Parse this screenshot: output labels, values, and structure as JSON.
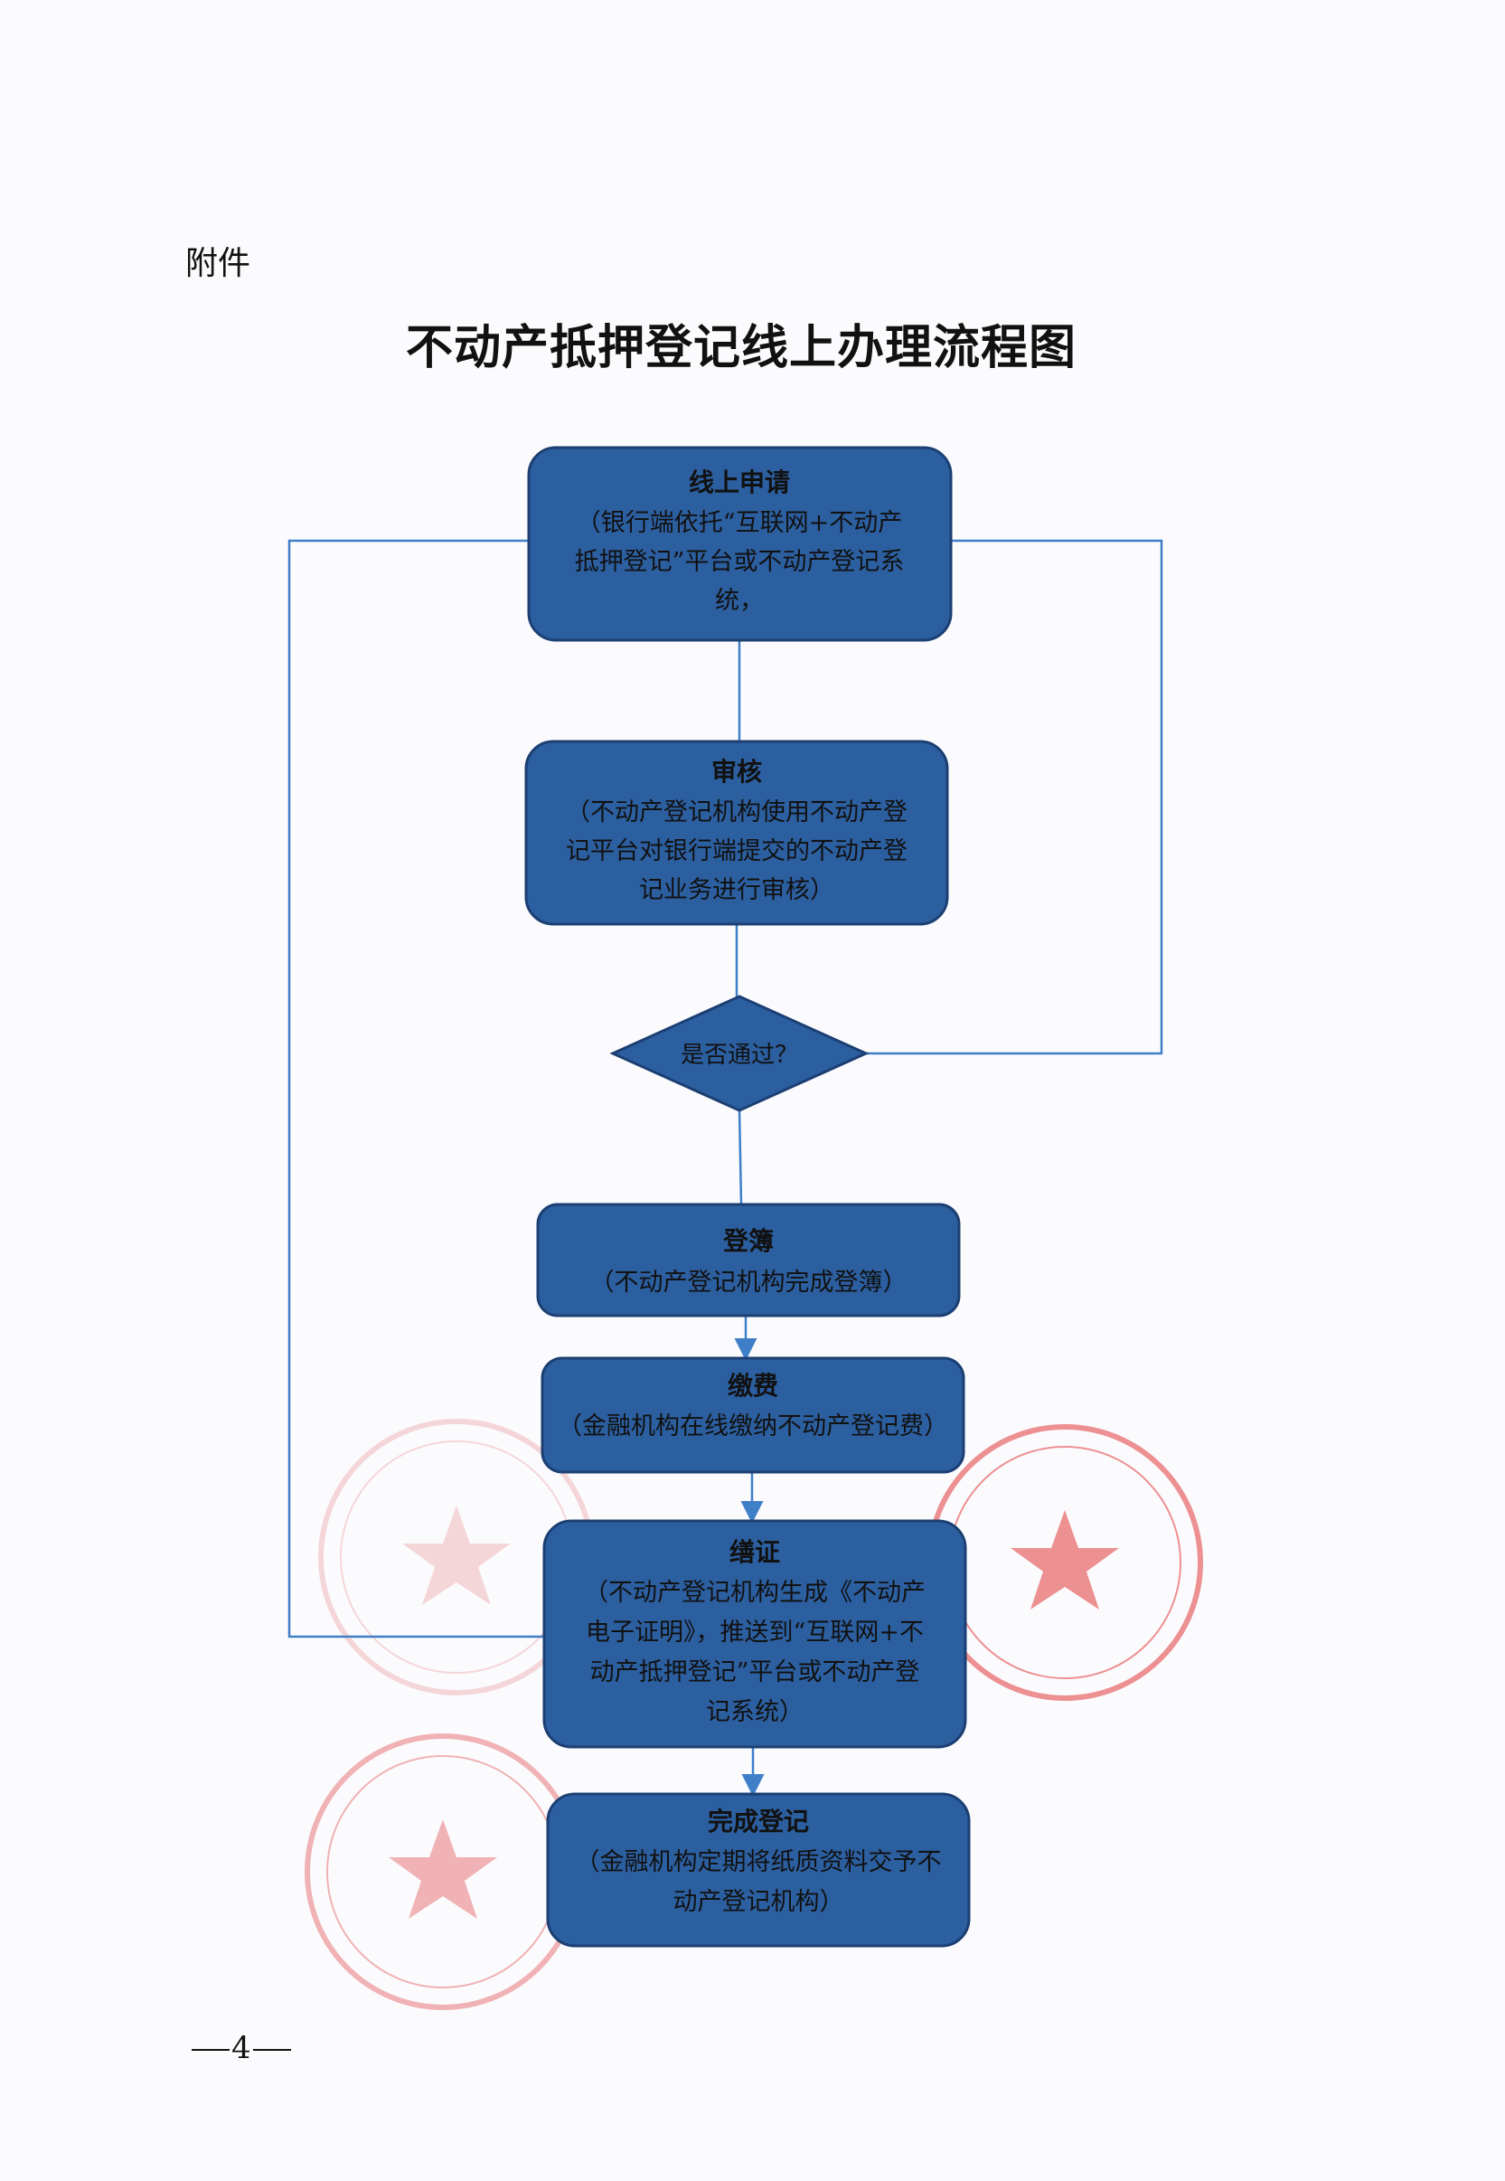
{
  "header": {
    "attachment_label": "附件",
    "title": "不动产抵押登记线上办理流程图"
  },
  "flowchart": {
    "colors": {
      "node_fill": "#2c5fa0",
      "node_stroke": "#1b3f73",
      "connector": "#3f7fc8",
      "text": "#111111"
    },
    "nodes": [
      {
        "id": "apply",
        "title": "线上申请",
        "lines": [
          "（银行端依托“互联网+不动产",
          "抵押登记”平台或不动产登记系",
          "统，"
        ]
      },
      {
        "id": "review",
        "title": "审核",
        "lines": [
          "（不动产登记机构使用不动产登",
          "记平台对银行端提交的不动产登",
          "记业务进行审核）"
        ]
      },
      {
        "id": "decision",
        "label": "是否通过？"
      },
      {
        "id": "register",
        "title": "登簿",
        "lines": [
          "（不动产登记机构完成登簿）"
        ]
      },
      {
        "id": "pay",
        "title": "缴费",
        "lines": [
          "（金融机构在线缴纳不动产登记费）"
        ]
      },
      {
        "id": "certificate",
        "title": "缮证",
        "lines": [
          "（不动产登记机构生成《不动产",
          "电子证明》，推送到“互联网+不",
          "动产抵押登记”平台或不动产登",
          "记系统）"
        ]
      },
      {
        "id": "complete",
        "title": "完成登记",
        "lines": [
          "（金融机构定期将纸质资料交予不",
          "动产登记机构）"
        ]
      }
    ]
  },
  "footer": {
    "page_number": "4"
  },
  "stamps": [
    {
      "name": "natural-resources-bureau-seal",
      "color": "#e23a3a"
    },
    {
      "name": "public-security-seal",
      "color": "#e76a6a"
    },
    {
      "name": "administrative-service-seal",
      "color": "#e04848"
    }
  ]
}
